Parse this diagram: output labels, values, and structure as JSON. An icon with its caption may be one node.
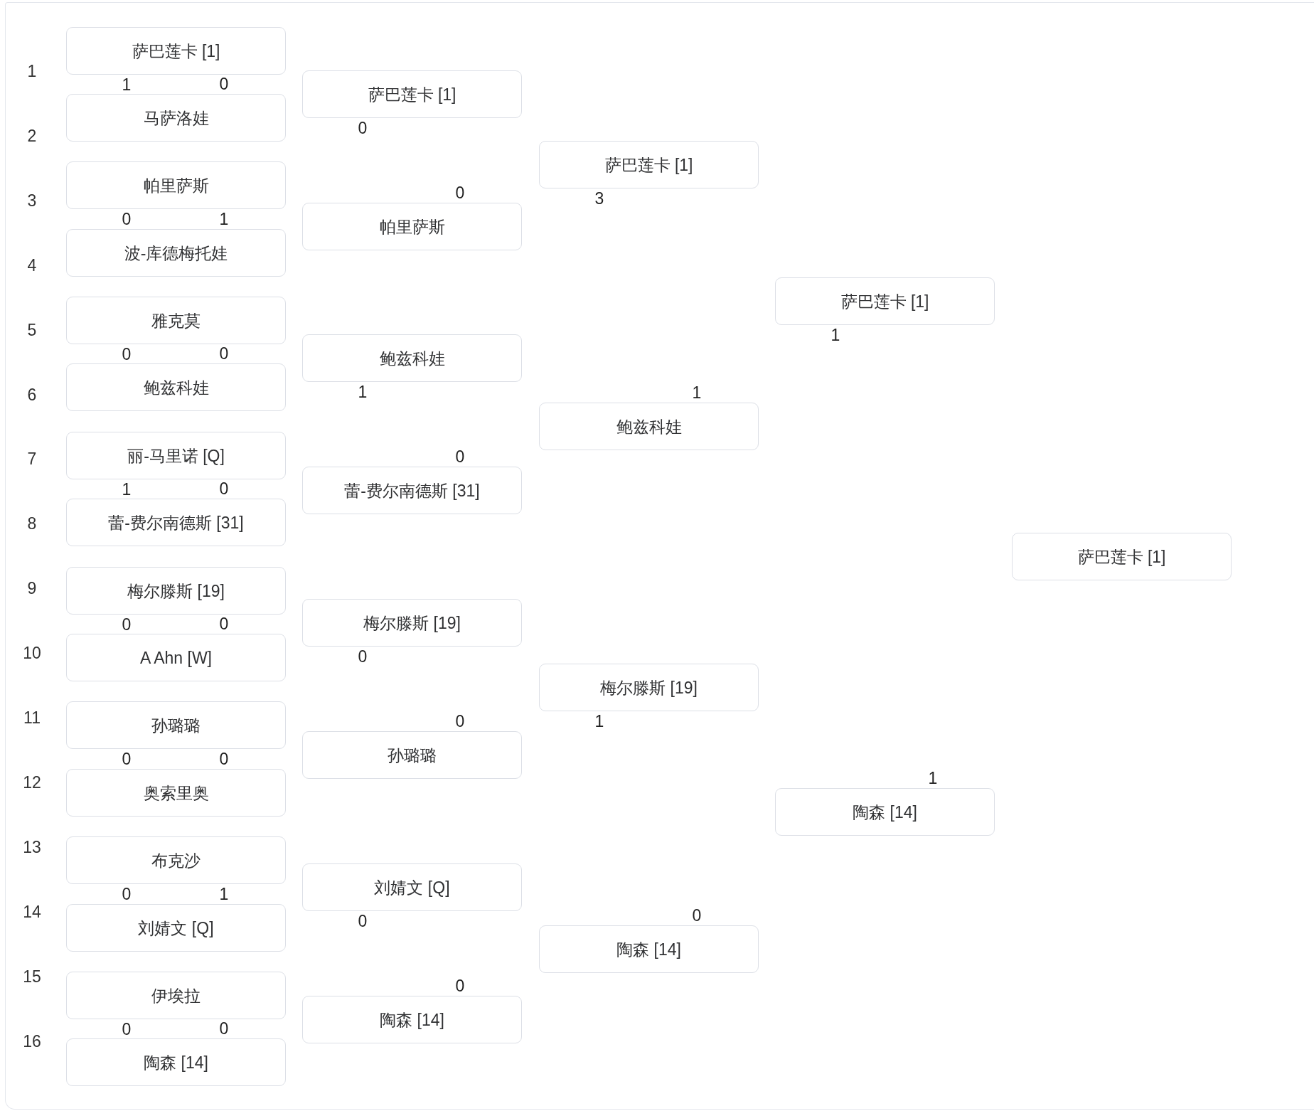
{
  "diagram": {
    "nodes": [
      {
        "text": [
          "萨巴莲卡 [1]"
        ],
        "beside": [
          "1"
        ]
      },
      {
        "text": [
          "马萨洛娃"
        ],
        "beside": [
          "0"
        ]
      },
      {
        "text": [
          "帕里萨斯"
        ],
        "beside": [
          "0"
        ]
      },
      {
        "text": [
          "波-库德梅托娃"
        ],
        "beside": [
          "1"
        ]
      },
      {
        "text": [
          "雅克莫"
        ],
        "beside": [
          "0"
        ]
      },
      {
        "text": [
          "鲍兹科娃"
        ],
        "beside": [
          "0"
        ]
      },
      {
        "text": [
          "丽-马里诺 [Q]"
        ],
        "beside": [
          "1"
        ]
      },
      {
        "text": [
          "蕾-费尔南德斯 [31]"
        ],
        "beside": [
          "0"
        ]
      },
      {
        "text": [
          "梅尔滕斯 [19]"
        ],
        "beside": [
          "0"
        ]
      },
      {
        "text": [
          "A Ahn [W]"
        ],
        "beside": [
          "0"
        ]
      },
      {
        "text": [
          "孙璐璐"
        ],
        "beside": [
          "0"
        ]
      },
      {
        "text": [
          "奥索里奥"
        ],
        "beside": [
          "0"
        ]
      },
      {
        "text": [
          "布克沙"
        ],
        "beside": [
          "0"
        ]
      },
      {
        "text": [
          "刘婧文 [Q]"
        ],
        "beside": [
          "1"
        ]
      },
      {
        "text": [
          "伊埃拉"
        ],
        "beside": [
          "0"
        ]
      },
      {
        "text": [
          "陶森 [14]"
        ],
        "beside": [
          "0"
        ]
      },
      {
        "text": [
          "萨巴莲卡 [1]"
        ],
        "beside": [
          "0"
        ]
      },
      {
        "text": [
          "帕里萨斯"
        ],
        "beside": [
          "0"
        ]
      },
      {
        "text": [
          "鲍兹科娃"
        ],
        "beside": [
          "1"
        ]
      },
      {
        "text": [
          "蕾-费尔南德斯 [31]"
        ],
        "beside": [
          "0"
        ]
      },
      {
        "text": [
          "梅尔滕斯 [19]"
        ],
        "beside": [
          "0"
        ]
      },
      {
        "text": [
          "孙璐璐"
        ],
        "beside": [
          "0"
        ]
      },
      {
        "text": [
          "刘婧文 [Q]"
        ],
        "beside": [
          "0"
        ]
      },
      {
        "text": [
          "陶森 [14]"
        ],
        "beside": [
          "0"
        ]
      },
      {
        "text": [
          "萨巴莲卡 [1]"
        ],
        "beside": [
          "3"
        ]
      },
      {
        "text": [
          "鲍兹科娃"
        ],
        "beside": [
          "1"
        ]
      },
      {
        "text": [
          "梅尔滕斯 [19]"
        ],
        "beside": [
          "1"
        ]
      },
      {
        "text": [
          "陶森 [14]"
        ],
        "beside": [
          "0"
        ]
      },
      {
        "text": [
          "萨巴莲卡 [1]"
        ],
        "beside": [
          "1"
        ]
      },
      {
        "text": [
          "陶森 [14]"
        ],
        "beside": [
          "1"
        ]
      },
      {
        "text": [
          "萨巴莲卡 [1]"
        ]
      }
    ],
    "labels": [
      "1",
      "2",
      "3",
      "4",
      "5",
      "6",
      "7",
      "8",
      "9",
      "10",
      "11",
      "12",
      "13",
      "14",
      "15",
      "16"
    ]
  }
}
